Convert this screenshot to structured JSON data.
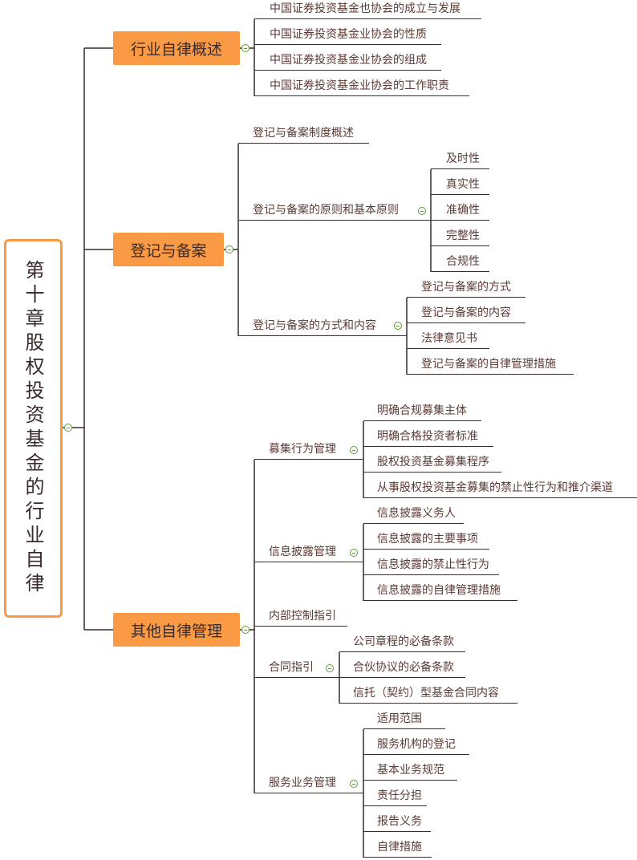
{
  "root": "第十章股权投资基金的行业自律",
  "topics": [
    {
      "label": "行业自律概述",
      "children": [
        "中国证券投资基金也协会的成立与发展",
        "中国证券投资基金业协会的性质",
        "中国证券投资基金业协会的组成",
        "中国证券投资基金业协会的工作职责"
      ]
    },
    {
      "label": "登记与备案",
      "children": [
        {
          "label": "登记与备案制度概述"
        },
        {
          "label": "登记与备案的原则和基本原则",
          "children": [
            "及时性",
            "真实性",
            "准确性",
            "完整性",
            "合规性"
          ]
        },
        {
          "label": "登记与备案的方式和内容",
          "children": [
            "登记与备案的方式",
            "登记与备案的内容",
            "法律意见书",
            "登记与备案的自律管理措施"
          ]
        }
      ]
    },
    {
      "label": "其他自律管理",
      "children": [
        {
          "label": "募集行为管理",
          "children": [
            "明确合规募集主体",
            "明确合格投资者标准",
            "股权投资基金募集程序",
            "从事股权投资基金募集的禁止性行为和推介渠道"
          ]
        },
        {
          "label": "信息披露管理",
          "children": [
            "信息披露义务人",
            "信息披露的主要事项",
            "信息披露的禁止性行为",
            "信息披露的自律管理措施"
          ]
        },
        {
          "label": "内部控制指引"
        },
        {
          "label": "合同指引",
          "children": [
            "公司章程的必备条款",
            "合伙协议的必备条款",
            "信托（契约）型基金合同内容"
          ]
        },
        {
          "label": "服务业务管理",
          "children": [
            "适用范围",
            "服务机构的登记",
            "基本业务规范",
            "责任分担",
            "报告义务",
            "自律措施"
          ]
        }
      ]
    }
  ]
}
